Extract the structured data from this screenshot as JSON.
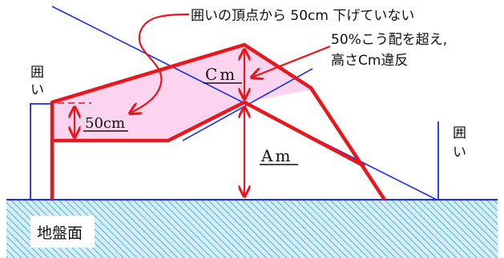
{
  "labels": {
    "fence_left": "囲い",
    "fence_right": "囲い",
    "note_top": "囲いの頂点から 50cm 下げていない",
    "note_slope_line1": "50%こう配を超え,",
    "note_slope_line2": "高さCm違反",
    "dim_c": "Cm",
    "dim_a": "Am",
    "dim_50": "50cm",
    "ground": "地盤面"
  },
  "colors": {
    "red": "#e8161d",
    "blue": "#1530e6",
    "pink_fill": "#fcd4ef",
    "hatch": "#5ab6dc",
    "ground_bg": "#d6eef8",
    "ground_label_bg": "#ffffff"
  }
}
